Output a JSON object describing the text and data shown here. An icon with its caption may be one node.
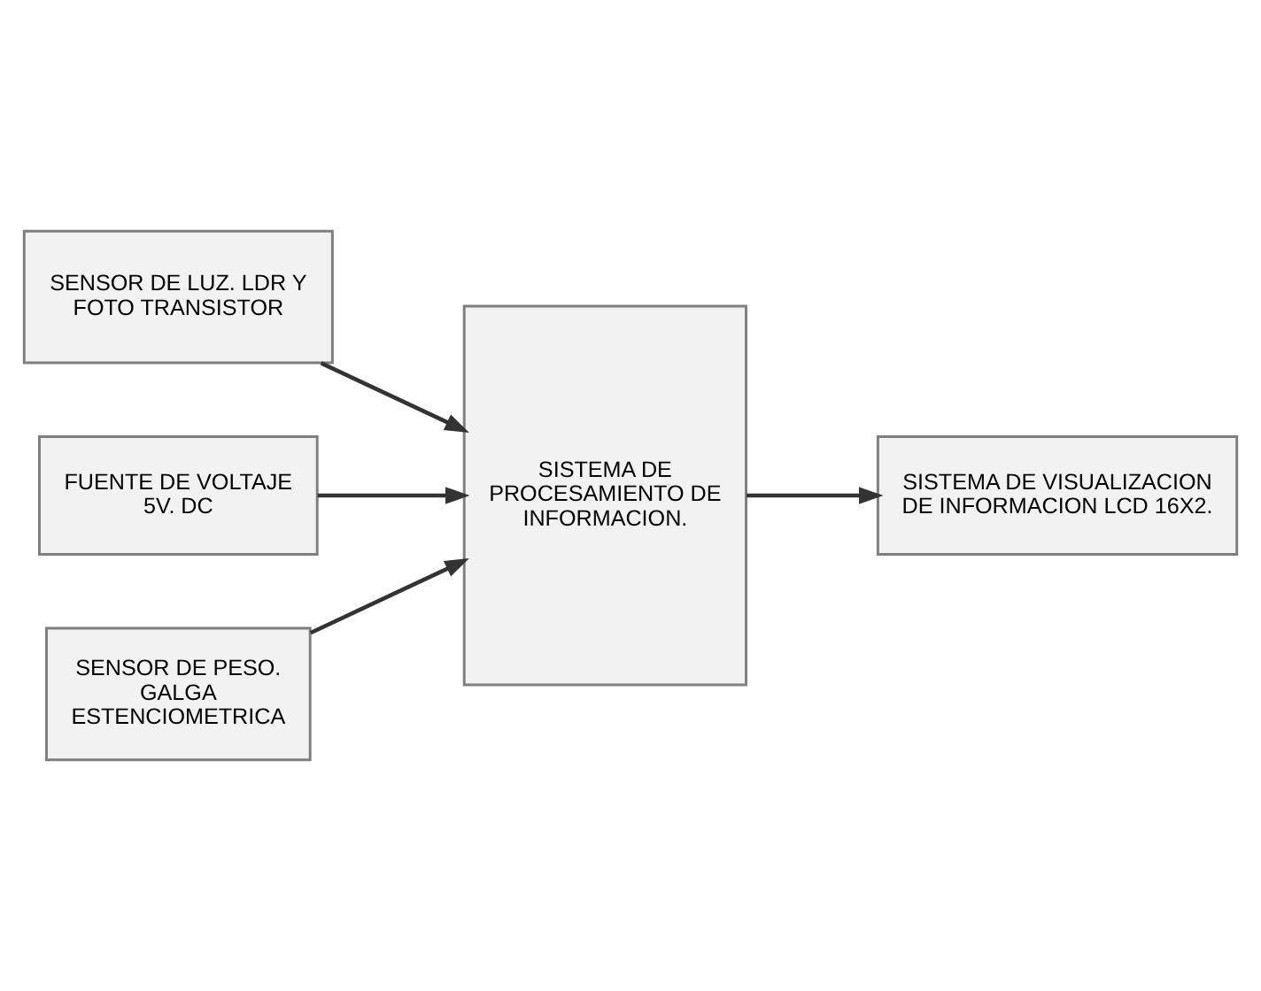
{
  "diagram": {
    "nodes": [
      {
        "text": [
          "SISTEMA DE VISUALIZACION DE INFORMACION LCD 16X2."
        ]
      },
      {
        "text": [
          "SISTEMA DE PROCESAMIENTO DE INFORMACION."
        ]
      },
      {
        "text": [
          "SENSOR DE LUZ. LDR Y FOTO TRANSISTOR"
        ]
      },
      {
        "text": [
          "FUENTE DE VOLTAJE 5V. DC"
        ]
      },
      {
        "text": [
          "SENSOR DE PESO. GALGA ESTENCIOMETRICA"
        ]
      }
    ],
    "edges": [
      {
        "from": 1,
        "to": 0,
        "arrow": "to"
      },
      {
        "from": 2,
        "to": 1,
        "arrow": "to"
      },
      {
        "from": 3,
        "to": 1,
        "arrow": "to"
      },
      {
        "from": 4,
        "to": 1,
        "arrow": "to"
      }
    ]
  }
}
